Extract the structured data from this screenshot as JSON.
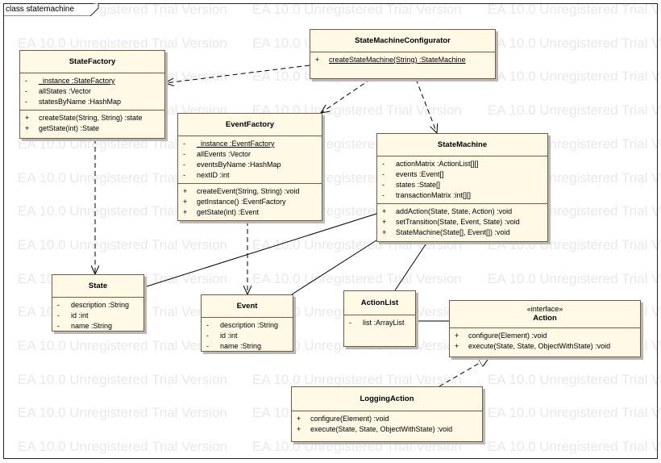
{
  "frame": {
    "label": "class statemachine"
  },
  "watermark": {
    "text": "EA 10.0 Unregistered Trial Version"
  },
  "classes": {
    "state_machine_configurator": {
      "name": "StateMachineConfigurator",
      "operations": [
        {
          "vis": "+",
          "text": "createStateMachine(String)  :StateMachine",
          "static": true
        }
      ]
    },
    "state_factory": {
      "name": "StateFactory",
      "attributes": [
        {
          "vis": "-",
          "text": "_instance  :StateFactory",
          "static": true
        },
        {
          "vis": "-",
          "text": "allStates  :Vector",
          "static": false
        },
        {
          "vis": "-",
          "text": "statesByName  :HashMap",
          "static": false
        }
      ],
      "operations": [
        {
          "vis": "+",
          "text": "createState(String, String)  :state",
          "static": false
        },
        {
          "vis": "+",
          "text": "getState(int)  :State",
          "static": false
        }
      ]
    },
    "event_factory": {
      "name": "EventFactory",
      "attributes": [
        {
          "vis": "-",
          "text": "_instance  :EventFactory",
          "static": true
        },
        {
          "vis": "-",
          "text": "allEvents  :Vector",
          "static": false
        },
        {
          "vis": "-",
          "text": "eventsByName  :HashMap",
          "static": false
        },
        {
          "vis": "-",
          "text": "nextID  :int",
          "static": false
        }
      ],
      "operations": [
        {
          "vis": "+",
          "text": "createEvent(String, String)  :void",
          "static": false
        },
        {
          "vis": "+",
          "text": "getInstance()  :EventFactory",
          "static": false
        },
        {
          "vis": "+",
          "text": "getState(int)  :Event",
          "static": false
        }
      ]
    },
    "state_machine": {
      "name": "StateMachine",
      "attributes": [
        {
          "vis": "-",
          "text": "actionMatrix  :ActionList[][]",
          "static": false
        },
        {
          "vis": "-",
          "text": "events  :Event[]",
          "static": false
        },
        {
          "vis": "-",
          "text": "states  :State[]",
          "static": false
        },
        {
          "vis": "-",
          "text": "transactionMatrix  :int[][]",
          "static": false
        }
      ],
      "operations": [
        {
          "vis": "+",
          "text": "addAction(State, State, Action)  :void",
          "static": false
        },
        {
          "vis": "+",
          "text": "setTransition(State, Event, State)  :void",
          "static": false
        },
        {
          "vis": "+",
          "text": "StateMachine(State[], Event[])  :void",
          "static": false
        }
      ]
    },
    "state": {
      "name": "State",
      "attributes": [
        {
          "vis": "-",
          "text": "description  :String",
          "static": false
        },
        {
          "vis": "-",
          "text": "id  :int",
          "static": false
        },
        {
          "vis": "-",
          "text": "name  :String",
          "static": false
        }
      ]
    },
    "event": {
      "name": "Event",
      "attributes": [
        {
          "vis": "-",
          "text": "description  :String",
          "static": false
        },
        {
          "vis": "-",
          "text": "id  :int",
          "static": false
        },
        {
          "vis": "-",
          "text": "name  :String",
          "static": false
        }
      ]
    },
    "action_list": {
      "name": "ActionList",
      "attributes": [
        {
          "vis": "-",
          "text": "list  :ArrayList",
          "static": false
        }
      ]
    },
    "action": {
      "name": "Action",
      "stereotype": "«interface»",
      "operations": [
        {
          "vis": "+",
          "text": "configure(Element)  :void",
          "static": false
        },
        {
          "vis": "+",
          "text": "execute(State, State, ObjectWithState)  :void",
          "static": false
        }
      ]
    },
    "logging_action": {
      "name": "LoggingAction",
      "operations": [
        {
          "vis": "+",
          "text": "configure(Element)  :void",
          "static": false
        },
        {
          "vis": "+",
          "text": "execute(State, State, ObjectWithState)  :void",
          "static": false
        }
      ]
    }
  }
}
